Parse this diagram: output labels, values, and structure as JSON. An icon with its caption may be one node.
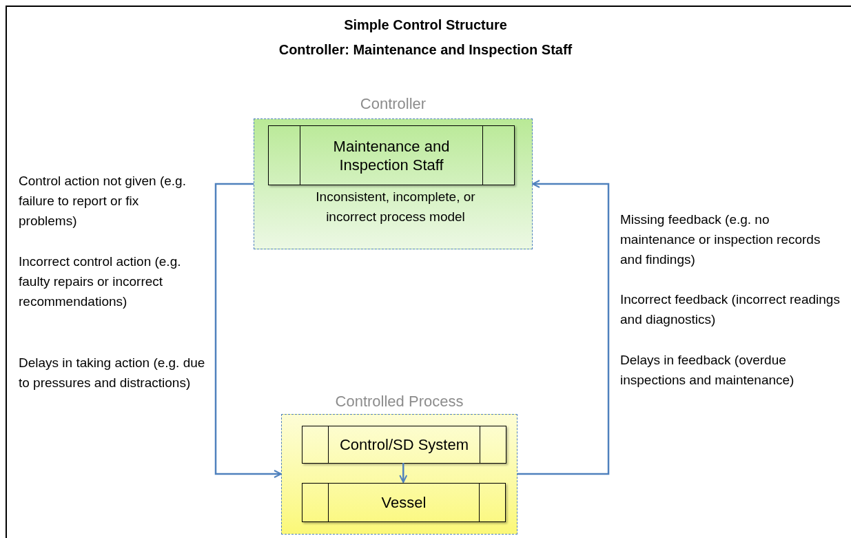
{
  "diagram": {
    "title": "Simple Control Structure",
    "nodes": [
      {
        "text": [
          "Controller",
          "Inconsistent, incomplete, or incorrect process model"
        ]
      },
      {
        "text": [
          "Maintenance and Inspection Staff"
        ],
        "in": 0
      },
      {
        "text": [
          "Controlled Process"
        ]
      },
      {
        "text": [
          "Control/SD System"
        ],
        "in": 2
      },
      {
        "text": [
          "Vessel"
        ],
        "in": 2
      }
    ],
    "edges": [
      {
        "from": 0,
        "to": 2,
        "arrow": "to"
      },
      {
        "from": 2,
        "to": 0,
        "arrow": "to"
      },
      {
        "from": 3,
        "to": 4,
        "arrow": "to"
      }
    ],
    "labels": [
      "Controller: Maintenance and Inspection Staff",
      "Control action not given (e.g. failure to report or fix problems)",
      "Incorrect control action (e.g. faulty repairs or incorrect recommendations)",
      "Delays in taking action (e.g. due to pressures and distractions)",
      "Missing feedback (e.g. no maintenance or inspection records and findings)",
      "Incorrect feedback (incorrect readings and diagnostics)",
      "Delays in feedback (overdue inspections and maintenance)"
    ]
  }
}
